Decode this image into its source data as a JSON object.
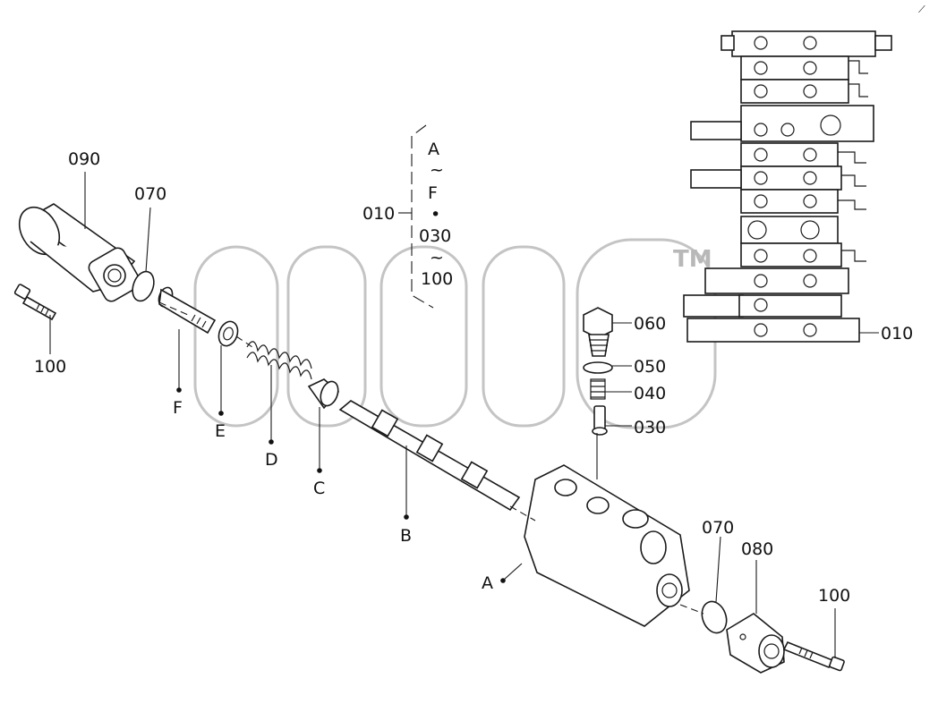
{
  "watermark": {
    "trademark": "TM"
  },
  "callouts": {
    "c090": "090",
    "c070_left": "070",
    "c100_left": "100",
    "c010_bracket": "010",
    "range": [
      "A",
      "~",
      "F",
      "•",
      "030",
      "~",
      "100"
    ],
    "c060": "060",
    "c050": "050",
    "c040": "040",
    "c030": "030",
    "c010_right": "010",
    "c070_right": "070",
    "c080": "080",
    "c100_right": "100"
  },
  "letters": {
    "A": "A",
    "B": "B",
    "C": "C",
    "D": "D",
    "E": "E",
    "F": "F"
  },
  "corner_mark": "⟋"
}
